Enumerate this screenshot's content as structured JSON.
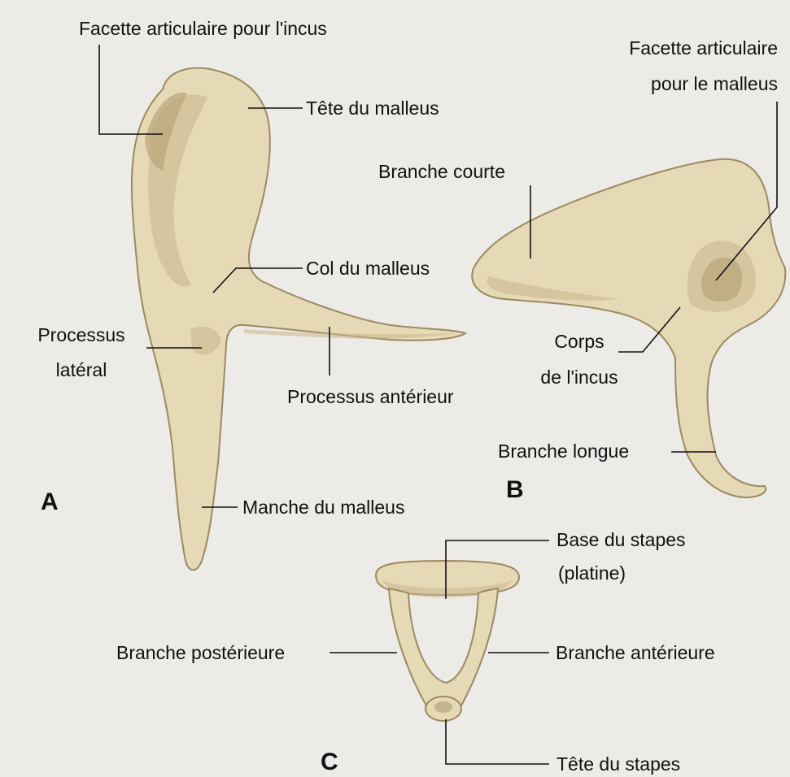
{
  "colors": {
    "background": "#ecebe7",
    "bone": "#e6d9b6",
    "bone_shadow": "#c9b78c",
    "bone_outline": "#9c8a62",
    "text": "#111111"
  },
  "figure_letters": {
    "a": "A",
    "b": "B",
    "c": "C"
  },
  "malleus": {
    "facette_incus": "Facette articulaire pour l'incus",
    "tete": "Tête du malleus",
    "col": "Col du malleus",
    "processus_lateral_1": "Processus",
    "processus_lateral_2": "latéral",
    "processus_anterieur": "Processus antérieur",
    "manche": "Manche du malleus"
  },
  "incus": {
    "facette_malleus_1": "Facette articulaire",
    "facette_malleus_2": "pour le malleus",
    "branche_courte": "Branche courte",
    "corps_1": "Corps",
    "corps_2": "de l'incus",
    "branche_longue": "Branche longue"
  },
  "stapes": {
    "base_1": "Base du stapes",
    "base_2": "(platine)",
    "branche_posterieure": "Branche postérieure",
    "branche_anterieure": "Branche antérieure",
    "tete": "Tête du stapes"
  }
}
